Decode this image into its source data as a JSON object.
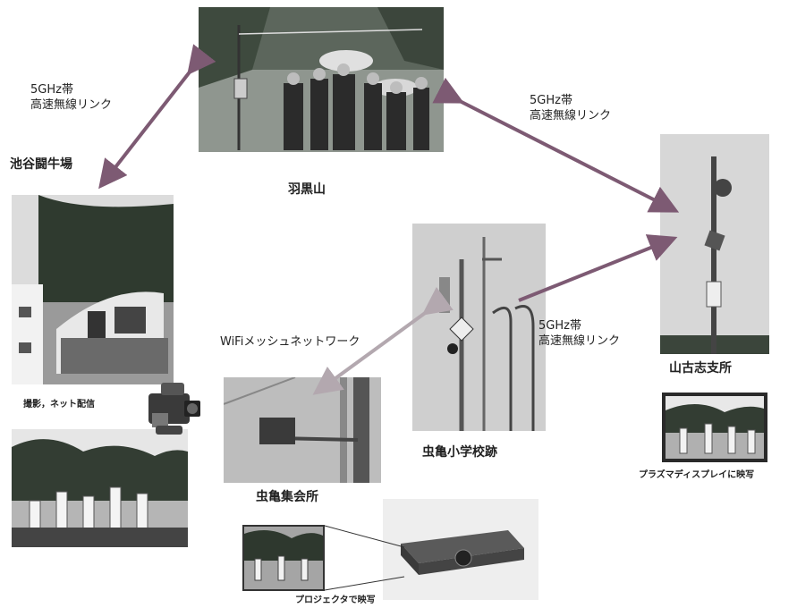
{
  "links": {
    "hagurosan_ikedani": "5GHz帯\n高速無線リンク",
    "hagurosan_yamakoshi": "5GHz帯\n高速無線リンク",
    "mushigame_yamakoshi": "5GHz帯\n高速無線リンク",
    "wifi_mesh": "WiFiメッシュネットワーク"
  },
  "sites": {
    "hagurosan": "羽黒山",
    "ikedani": "池谷闘牛場",
    "yamakoshi": "山古志支所",
    "mushigame_school": "虫亀小学校跡",
    "mushigame_hall": "虫亀集会所"
  },
  "captions": {
    "camera": "撮影，ネット配信",
    "plasma": "プラズマディスプレイに映写",
    "projector": "プロジェクタで映写"
  },
  "colors": {
    "arrow": "#7d5a73",
    "wifi_arrow": "#b3a8af",
    "sky": "#d9d9d9",
    "foliage": "#2f3a2f"
  }
}
